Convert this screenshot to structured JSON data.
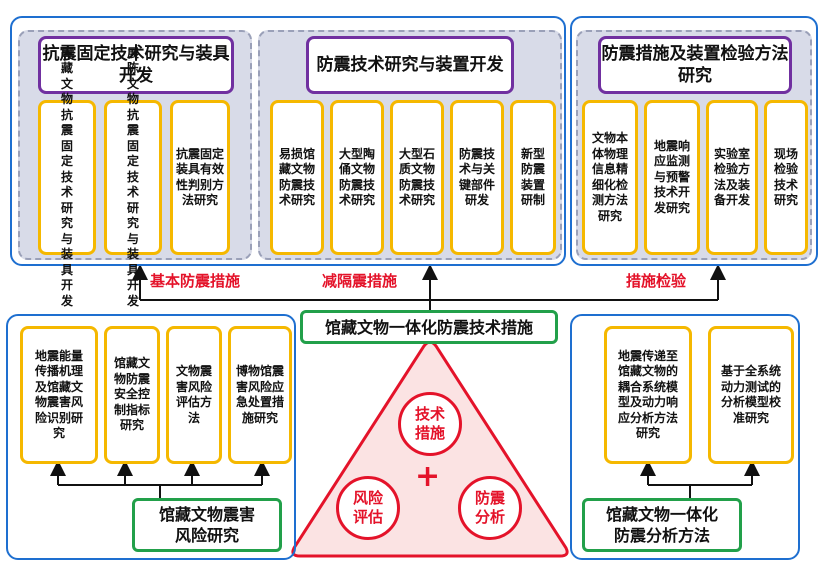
{
  "top": {
    "left": {
      "title": "抗震固定技术研究与装具开发",
      "items": [
        "库藏文物抗震固定技术研究与装具开发",
        "展陈文物抗震固定技术研究与装具开发",
        "抗震固定装具有效性判别方法研究"
      ]
    },
    "middle": {
      "title": "防震技术研究与装置开发",
      "items": [
        "易损馆藏文物防震技术研究",
        "大型陶俑文物防震技术研究",
        "大型石质文物防震技术研究",
        "防震技术与关键部件研发",
        "新型防震装置研制"
      ]
    },
    "right": {
      "title": "防震措施及装置检验方法研究",
      "items": [
        "文物本体物理信息精细化检测方法研究",
        "地震响应监测与预警技术开发研究",
        "实验室检验方法及装备开发",
        "现场检验技术研究"
      ]
    }
  },
  "arrow_labels": [
    "基本防震措施",
    "减隔震措施",
    "措施检验"
  ],
  "center_title": "馆藏文物一体化防震技术措施",
  "bottom_left": {
    "title": "馆藏文物震害风险研究",
    "items": [
      "地震能量传播机理及馆藏文物震害风险识别研究",
      "馆藏文物防震安全控制指标研究",
      "文物震害风险评估方法",
      "博物馆震害风险应急处置措施研究"
    ]
  },
  "bottom_right": {
    "title": "馆藏文物一体化防震分析方法",
    "items": [
      "地震传递至馆藏文物的耦合系统模型及动力响应分析方法研究",
      "基于全系统动力测试的分析模型校准研究"
    ]
  },
  "triangle": {
    "top": "技术措施",
    "left": "风险评估",
    "right": "防震分析",
    "plus": "+"
  },
  "colors": {
    "panel_border": "#1e6fd0",
    "dashed_bg": "#d8dbe8",
    "purple": "#7030a0",
    "yellow": "#f5b800",
    "green": "#22a04a",
    "red": "#e4132a",
    "triangle_fill": "#fbe3e3"
  }
}
